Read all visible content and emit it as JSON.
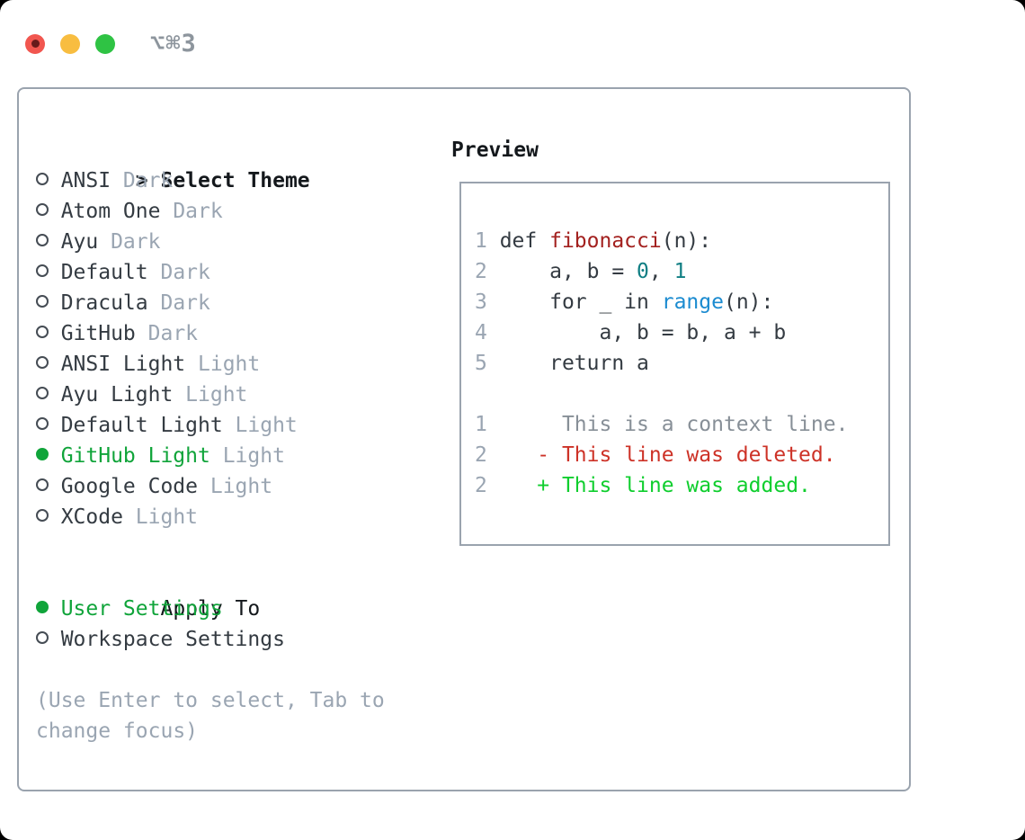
{
  "window": {
    "title": "⌥⌘3"
  },
  "theme_panel": {
    "header": {
      "prefix": ">",
      "label": "Select Theme"
    },
    "themes": [
      {
        "name": "ANSI",
        "variant": "Dark",
        "selected": false
      },
      {
        "name": "Atom One",
        "variant": "Dark",
        "selected": false
      },
      {
        "name": "Ayu",
        "variant": "Dark",
        "selected": false
      },
      {
        "name": "Default",
        "variant": "Dark",
        "selected": false
      },
      {
        "name": "Dracula",
        "variant": "Dark",
        "selected": false
      },
      {
        "name": "GitHub",
        "variant": "Dark",
        "selected": false
      },
      {
        "name": "ANSI Light",
        "variant": "Light",
        "selected": false
      },
      {
        "name": "Ayu Light",
        "variant": "Light",
        "selected": false
      },
      {
        "name": "Default Light",
        "variant": "Light",
        "selected": false
      },
      {
        "name": "GitHub Light",
        "variant": "Light",
        "selected": true
      },
      {
        "name": "Google Code",
        "variant": "Light",
        "selected": false
      },
      {
        "name": "XCode",
        "variant": "Light",
        "selected": false
      }
    ],
    "apply_to": {
      "label": "Apply To",
      "options": [
        {
          "label": "User Settings",
          "selected": true
        },
        {
          "label": "Workspace Settings",
          "selected": false
        }
      ]
    },
    "help_lines": [
      "(Use Enter to select, Tab to",
      "change focus)"
    ]
  },
  "preview": {
    "title": "Preview",
    "code_lines": [
      {
        "num": "1",
        "tokens": [
          {
            "t": "def ",
            "c": "code"
          },
          {
            "t": "fibonacci",
            "c": "func"
          },
          {
            "t": "(n):",
            "c": "code"
          }
        ]
      },
      {
        "num": "2",
        "tokens": [
          {
            "t": "    a, b = ",
            "c": "code"
          },
          {
            "t": "0",
            "c": "num"
          },
          {
            "t": ", ",
            "c": "code"
          },
          {
            "t": "1",
            "c": "num"
          }
        ]
      },
      {
        "num": "3",
        "tokens": [
          {
            "t": "    for _ in ",
            "c": "code"
          },
          {
            "t": "range",
            "c": "builtin"
          },
          {
            "t": "(n):",
            "c": "code"
          }
        ]
      },
      {
        "num": "4",
        "tokens": [
          {
            "t": "        a, b = b, a + b",
            "c": "code"
          }
        ]
      },
      {
        "num": "5",
        "tokens": [
          {
            "t": "    return a",
            "c": "code"
          }
        ]
      },
      {
        "num": "",
        "tokens": []
      },
      {
        "num": "1",
        "tokens": [
          {
            "t": "     This is a context line.",
            "c": "context"
          }
        ]
      },
      {
        "num": "2",
        "tokens": [
          {
            "t": "   - This line was deleted.",
            "c": "deleted"
          }
        ]
      },
      {
        "num": "2",
        "tokens": [
          {
            "t": "   + This line was added.",
            "c": "added"
          }
        ]
      }
    ]
  },
  "colors": {
    "ink": "#343b42",
    "black": "#14181c",
    "muted": "#9aa5b2",
    "border": "#9aa3ae",
    "green": "#10a43a",
    "title_gray": "#8d959d",
    "func_red": "#a3211f",
    "num_teal": "#0f7e83",
    "builtin_blue": "#1b8bd0",
    "ctx_gray": "#878f97",
    "del_red": "#cd3227",
    "add_green": "#0fce2e",
    "tl_red": "#f1564f",
    "tl_red_core": "#661a1a",
    "tl_yellow": "#f8bd40",
    "tl_green": "#2fc344"
  }
}
